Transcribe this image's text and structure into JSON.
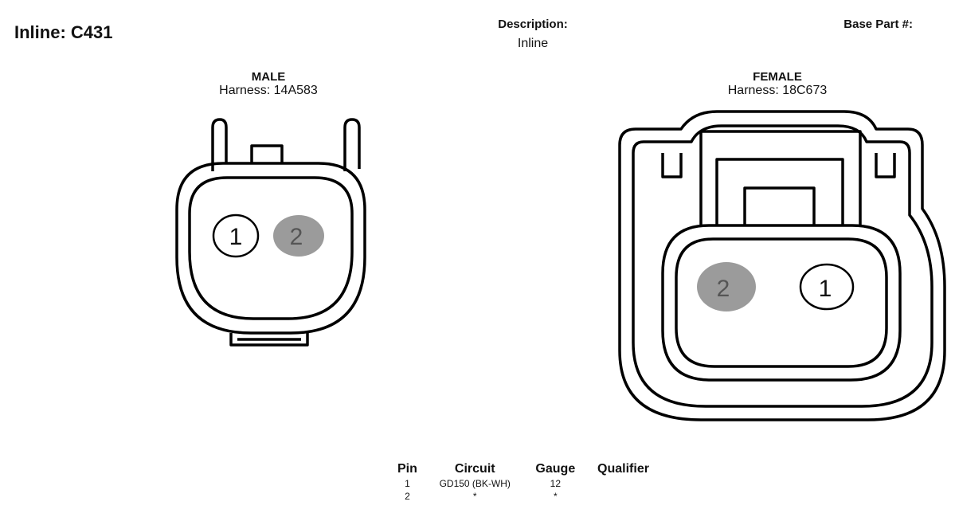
{
  "header": {
    "title": "Inline: C431",
    "description_label": "Description:",
    "description_value": "Inline",
    "base_part_label": "Base Part #:"
  },
  "connectors": {
    "male": {
      "gender": "MALE",
      "harness": "Harness: 14A583",
      "pins": [
        {
          "number": "1",
          "highlighted": false
        },
        {
          "number": "2",
          "highlighted": true
        }
      ]
    },
    "female": {
      "gender": "FEMALE",
      "harness": "Harness: 18C673",
      "pins": [
        {
          "number": "2",
          "highlighted": true
        },
        {
          "number": "1",
          "highlighted": false
        }
      ]
    }
  },
  "pin_table": {
    "headers": [
      "Pin",
      "Circuit",
      "Gauge",
      "Qualifier"
    ],
    "rows": [
      [
        "1",
        "GD150 (BK-WH)",
        "12",
        ""
      ],
      [
        "2",
        "*",
        "*",
        ""
      ]
    ]
  },
  "colors": {
    "line": "#000000",
    "pin_highlight": "#9b9b9b",
    "background": "#ffffff"
  }
}
